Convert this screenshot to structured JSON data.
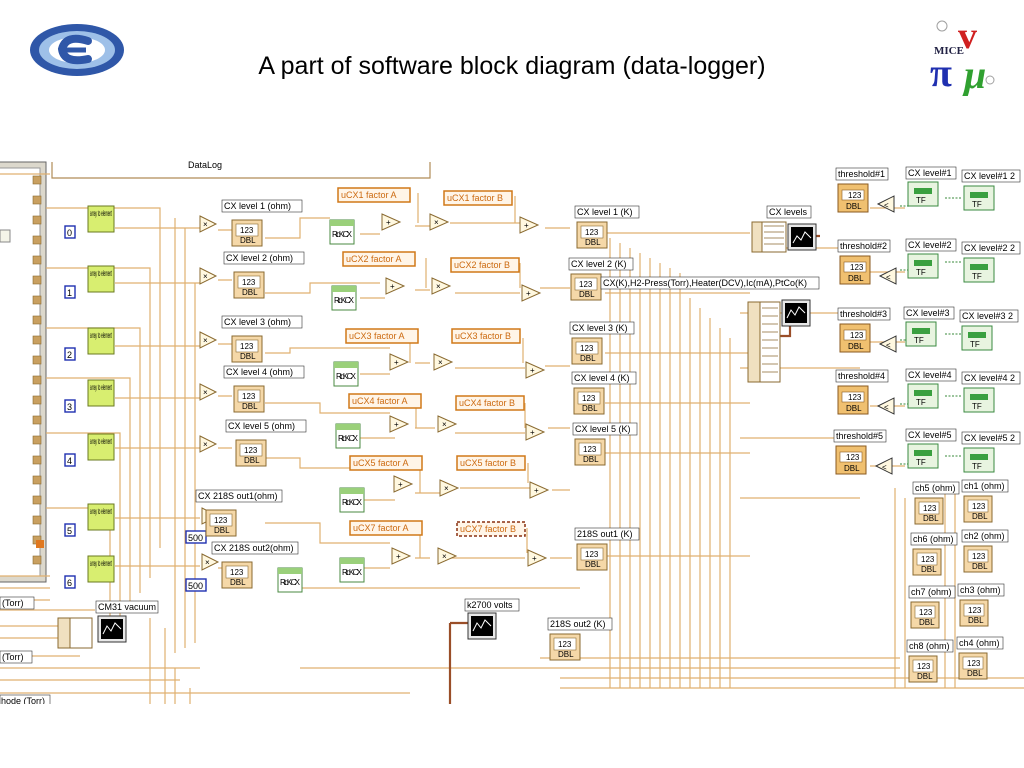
{
  "slide": {
    "title": "A part of software block diagram (data-logger)"
  },
  "logos": {
    "right_text": "MICE"
  },
  "diagram": {
    "top_label": "DataLog",
    "cx_level_ohm": [
      "CX level 1 (ohm)",
      "CX level 2 (ohm)",
      "CX level 3 (ohm)",
      "CX level 4 (ohm)",
      "CX level 5 (ohm)",
      "CX 218S out1(ohm)",
      "CX 218S out2(ohm)"
    ],
    "factor_a": [
      "uCX1 factor A",
      "uCX2 factor A",
      "uCX3 factor A",
      "uCX4 factor A",
      "uCX5 factor A",
      "uCX7 factor A"
    ],
    "factor_b": [
      "uCX1 factor B",
      "uCX2 factor B",
      "uCX3 factor B",
      "uCX4 factor B",
      "uCX5 factor B",
      "uCX7 factor B"
    ],
    "cx_level_k": [
      "CX level 1 (K)",
      "CX level 2 (K)",
      "CX level 3 (K)",
      "CX level 4 (K)",
      "CX level 5 (K)",
      "218S out1 (K)",
      "218S out2 (K)"
    ],
    "array_label": "array to element",
    "index_consts": [
      "0",
      "1",
      "2",
      "3",
      "4",
      "5",
      "6"
    ],
    "consts_500": [
      "500",
      "500"
    ],
    "rtok": "RtoK CX",
    "cx_levels": "CX levels",
    "big_graph": "CX(K),H2-Press(Torr),Heater(DCV),Ic(mA),PtCo(K)",
    "thresholds": [
      "threshold#1",
      "threshold#2",
      "threshold#3",
      "threshold#4",
      "threshold#5"
    ],
    "cx_level_bool": [
      "CX level#1",
      "CX level#2",
      "CX level#3",
      "CX level#4",
      "CX level#5"
    ],
    "cx_level_bool2": [
      "CX level#1 2",
      "CX level#2 2",
      "CX level#3 2",
      "CX level#4 2",
      "CX level#5 2"
    ],
    "ch_right": [
      "ch1 (ohm)",
      "ch2 (ohm)",
      "ch3 (ohm)",
      "ch4 (ohm)"
    ],
    "ch_left": [
      "ch5 (ohm)",
      "ch6 (ohm)",
      "ch7 (ohm)",
      "ch8 (ohm)"
    ],
    "cm31": "CM31 vacuum",
    "k2700": "k2700 volts",
    "left_labels": [
      "(Torr)",
      "(Torr)",
      "hode (Torr)"
    ],
    "indicator_text": "123",
    "indicator_unit": "DBL",
    "tf_text": "TF"
  },
  "colors": {
    "wire": "#e0b070",
    "wire_dark": "#9a4e28",
    "orange": "#cc6a10",
    "bool_green": "#5fa060"
  }
}
